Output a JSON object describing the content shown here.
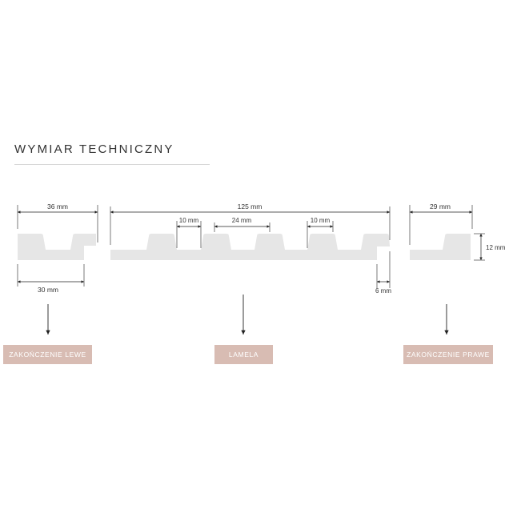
{
  "title": "WYMIAR TECHNICZNY",
  "dimensions": {
    "left_top": "36 mm",
    "left_bottom": "30 mm",
    "center_top": "125 mm",
    "center_gap_left": "10 mm",
    "center_rib": "24 mm",
    "center_gap_right": "10 mm",
    "center_tongue": "6 mm",
    "right_top": "29 mm",
    "right_height": "12 mm"
  },
  "labels": {
    "left": "ZAKOŃCZENIE LEWE",
    "center": "LAMELA",
    "right": "ZAKOŃCZENIE PRAWE"
  },
  "colors": {
    "label_background": "#d8bcb3",
    "profile_fill": "#e6e6e6",
    "line": "#222222"
  }
}
